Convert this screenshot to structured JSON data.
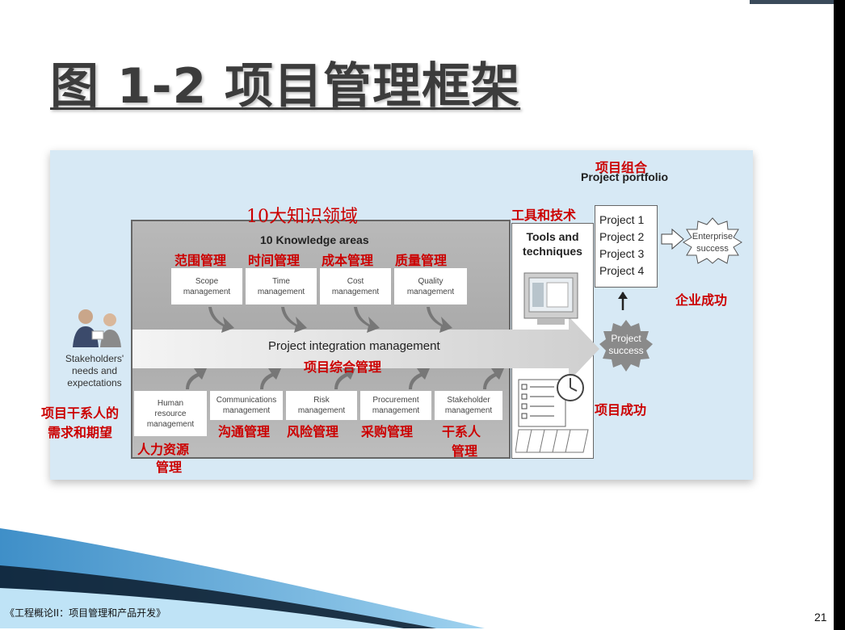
{
  "slide": {
    "title": "图 1-2 项目管理框架",
    "footer": "《工程概论II：项目管理和产品开发》",
    "page_number": "21"
  },
  "diagram": {
    "ka_cn": "10大知识领域",
    "ka_en": "10 Knowledge areas",
    "top_cn": [
      "范围管理",
      "时间管理",
      "成本管理",
      "质量管理"
    ],
    "top_areas": [
      {
        "line1": "Scope",
        "line2": "management"
      },
      {
        "line1": "Time",
        "line2": "management"
      },
      {
        "line1": "Cost",
        "line2": "management"
      },
      {
        "line1": "Quality",
        "line2": "management"
      }
    ],
    "integration_en": "Project integration management",
    "integration_cn": "项目综合管理",
    "bottom_areas": [
      {
        "line1": "Human",
        "line2": "resource",
        "line3": "management"
      },
      {
        "line1": "Communications",
        "line2": "management"
      },
      {
        "line1": "Risk",
        "line2": "management"
      },
      {
        "line1": "Procurement",
        "line2": "management"
      },
      {
        "line1": "Stakeholder",
        "line2": "management"
      }
    ],
    "bottom_cn": [
      "沟通管理",
      "风险管理",
      "采购管理",
      "干系人"
    ],
    "hr_cn_1": "人力资源",
    "hr_cn_2": "管理",
    "stakeholder_cn_2": "管理",
    "stakeholders_en": [
      "Stakeholders'",
      "needs and",
      "expectations"
    ],
    "stakeholders_cn": [
      "项目干系人的",
      "需求和期望"
    ],
    "tools_cn": "工具和技术",
    "tools_en": [
      "Tools and",
      "techniques"
    ],
    "portfolio_cn": "项目组合",
    "portfolio_en": "Project portfolio",
    "projects": [
      "Project 1",
      "Project 2",
      "Project 3",
      "Project 4"
    ],
    "enterprise_en": [
      "Enterprise",
      "success"
    ],
    "enterprise_cn": "企业成功",
    "project_success_en": [
      "Project",
      "success"
    ],
    "project_success_cn": "项目成功"
  }
}
